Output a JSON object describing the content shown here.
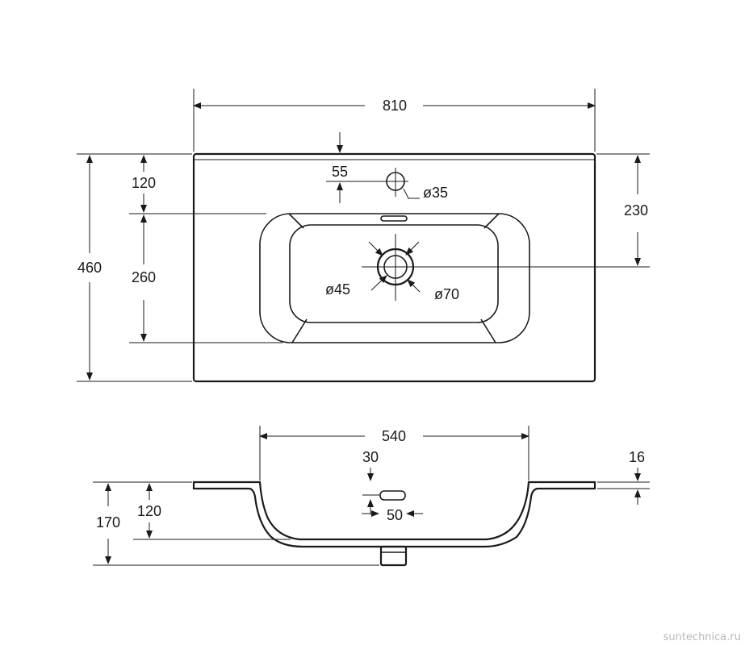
{
  "top_view": {
    "width": "810",
    "depth": "460",
    "faucet_offset": "55",
    "faucet_hole": "ø35",
    "front_to_bowl": "120",
    "bowl_depth": "260",
    "drain_from_back": "230",
    "drain_inner": "ø45",
    "drain_outer": "ø70"
  },
  "side_view": {
    "bowl_width": "540",
    "overflow_offset": "30",
    "slab_thickness": "16",
    "total_height": "170",
    "bowl_height": "120",
    "overflow_width": "50"
  },
  "watermark": "suntechnica.ru"
}
